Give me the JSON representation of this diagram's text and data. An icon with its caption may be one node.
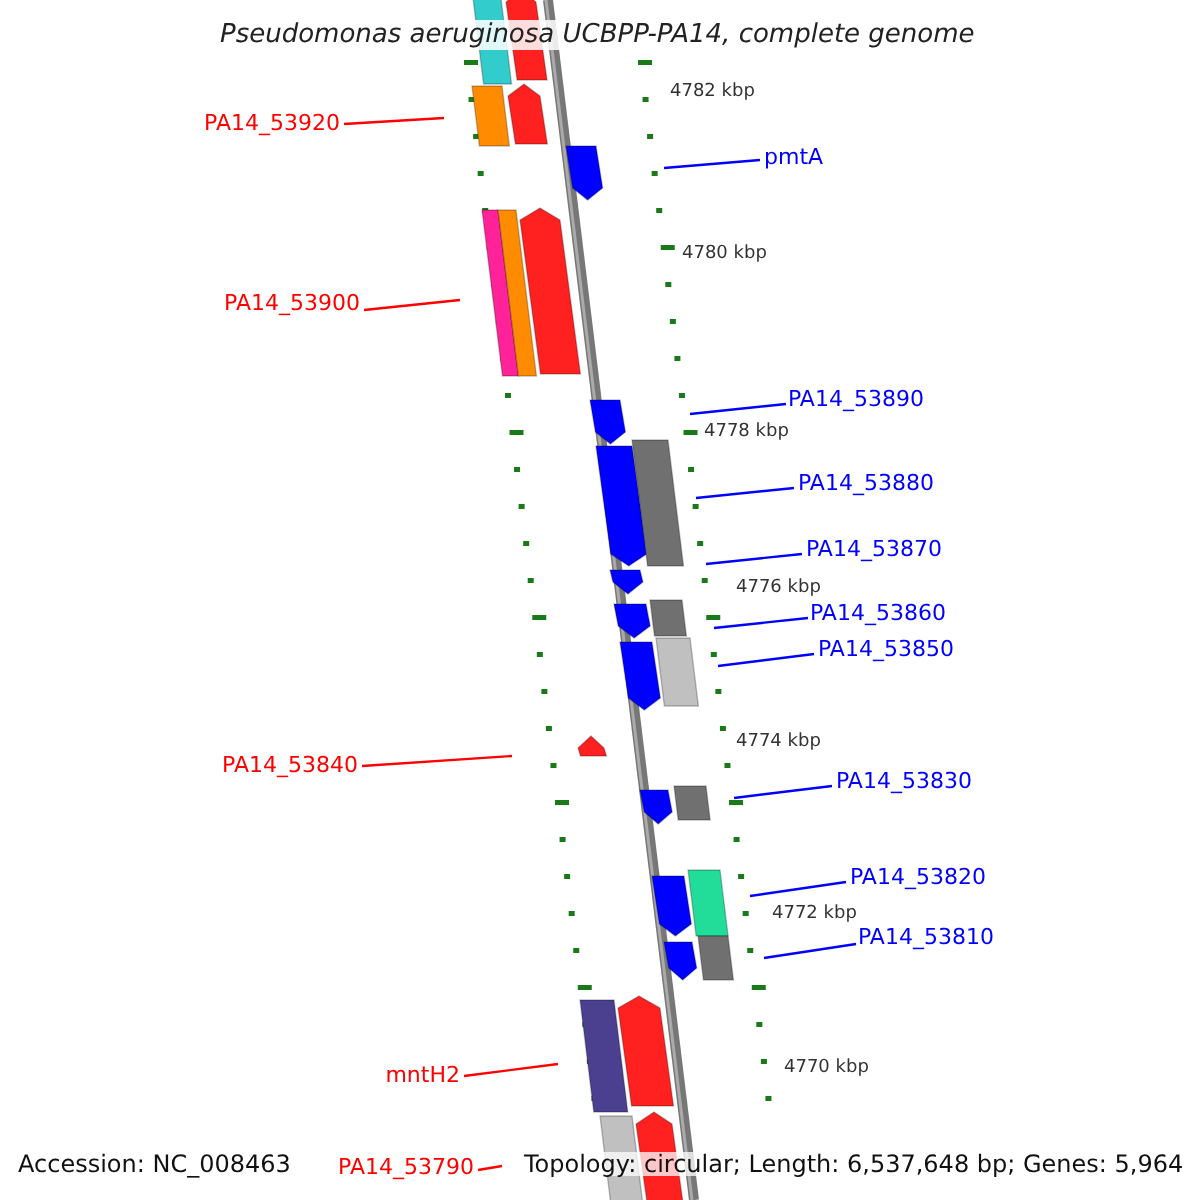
{
  "diagram": {
    "title": "Pseudomonas aeruginosa UCBPP-PA14, complete genome",
    "nodes": [
      {
        "text": [
          "PA14_53920"
        ]
      },
      {
        "text": [
          "pmtA"
        ]
      },
      {
        "text": [
          "PA14_53900"
        ]
      },
      {
        "text": [
          "PA14_53890"
        ]
      },
      {
        "text": [
          "PA14_53880"
        ]
      },
      {
        "text": [
          "PA14_53870"
        ]
      },
      {
        "text": [
          "PA14_53860"
        ]
      },
      {
        "text": [
          "PA14_53850"
        ]
      },
      {
        "text": [
          "PA14_53840"
        ]
      },
      {
        "text": [
          "PA14_53830"
        ]
      },
      {
        "text": [
          "PA14_53820"
        ]
      },
      {
        "text": [
          "PA14_53810"
        ]
      },
      {
        "text": [
          "mntH2"
        ]
      },
      {
        "text": [
          "PA14_53790"
        ]
      }
    ],
    "edges": [
      {
        "from": 0,
        "to": null,
        "arrow": "none",
        "color": "#ff0000"
      },
      {
        "from": 1,
        "to": null,
        "arrow": "none"
      },
      {
        "from": 2,
        "to": null,
        "arrow": "none",
        "color": "#ff0000"
      },
      {
        "from": 3,
        "to": null,
        "arrow": "none"
      },
      {
        "from": 4,
        "to": null,
        "arrow": "none"
      },
      {
        "from": 5,
        "to": null,
        "arrow": "none"
      },
      {
        "from": 6,
        "to": null,
        "arrow": "none"
      },
      {
        "from": 7,
        "to": null,
        "arrow": "none"
      },
      {
        "from": 8,
        "to": null,
        "arrow": "none",
        "color": "#ff0000"
      },
      {
        "from": 9,
        "to": null,
        "arrow": "none"
      },
      {
        "from": 10,
        "to": null,
        "arrow": "none"
      },
      {
        "from": 11,
        "to": null,
        "arrow": "none"
      },
      {
        "from": 12,
        "to": null,
        "arrow": "none",
        "color": "#ff0000"
      },
      {
        "from": 13,
        "to": null,
        "arrow": "none",
        "color": "#ff0000"
      }
    ],
    "labels": [
      "4782 kbp",
      "4780 kbp",
      "4778 kbp",
      "4776 kbp",
      "4774 kbp",
      "4772 kbp",
      "4770 kbp",
      "Accession: NC_008463",
      "Topology: circular; Length: 6,537,648 bp; Genes: 5,964"
    ]
  }
}
